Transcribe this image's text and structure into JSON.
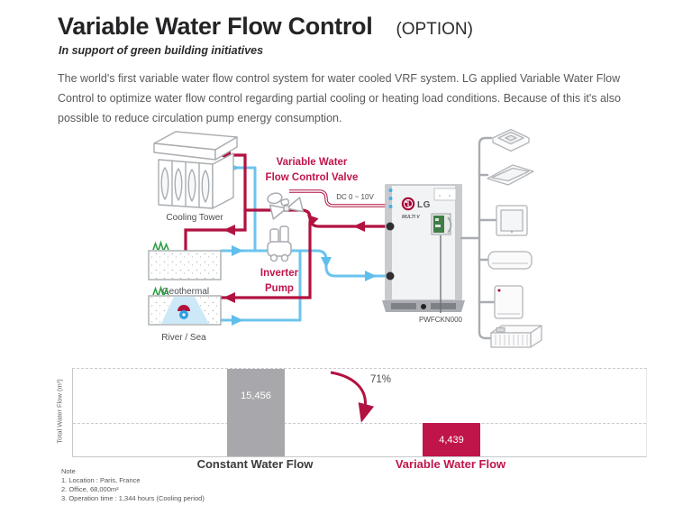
{
  "header": {
    "title": "Variable Water Flow Control",
    "option": "(OPTION)",
    "subtitle": "In support of green building initiatives",
    "description": "The world's first variable water flow control system for water cooled VRF system. LG applied Variable Water Flow Control to optimize water flow control regarding partial cooling or heating load conditions. Because of this it's also possible to reduce circulation pump energy consumption."
  },
  "diagram": {
    "labels": {
      "cooling_tower": "Cooling Tower",
      "geothermal": "Geothermal",
      "river_sea": "River / Sea",
      "valve_line1": "Variable Water",
      "valve_line2": "Flow Control Valve",
      "pump_line1": "Inverter",
      "pump_line2": "Pump",
      "dc_signal": "DC 0 ~ 10V",
      "controller_model": "PWFCKN000",
      "lg_logo": "LG",
      "multi_v": "MULTI V"
    },
    "colors": {
      "hot_water_pipe": "#b11240",
      "cold_water_pipe": "#6cc4ee",
      "accent_red": "#c0154a",
      "lg_brand_red": "#a50034"
    }
  },
  "chart_data": {
    "type": "bar",
    "title": "",
    "ylabel": "Total Water Flow (m³)",
    "categories": [
      "Constant Water Flow",
      "Variable Water Flow"
    ],
    "values": [
      15456,
      4439
    ],
    "value_labels": [
      "15,456",
      "4,439"
    ],
    "bar_colors": [
      "#a8a8ac",
      "#c0154a"
    ],
    "reduction_label": "71%",
    "ylim": [
      0,
      15456
    ],
    "gridlines": "dashed horizontal at 15456 and 4439",
    "legend": "none"
  },
  "notes": {
    "heading": "Note",
    "items": [
      "1. Location : Paris, France",
      "2. Office, 68,000m²",
      "3. Operation time : 1,344 hours (Cooling period)"
    ]
  }
}
